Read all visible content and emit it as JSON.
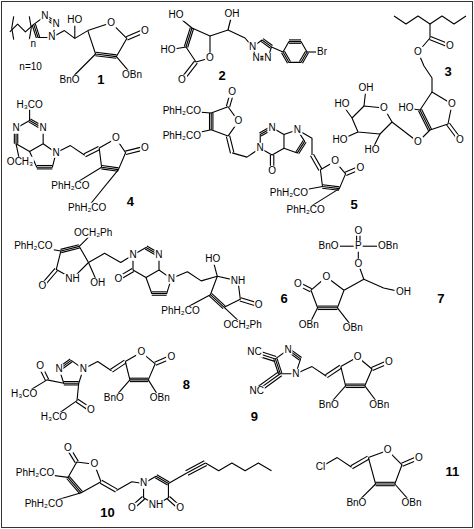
{
  "diagram": {
    "labels": [
      "n",
      "N",
      "N",
      "N",
      "HO",
      "O",
      "O",
      "BnO",
      "OBn",
      "n=10",
      "1",
      "HO",
      "HO",
      "O",
      "O",
      "OH",
      "N",
      "N",
      "N",
      "Br",
      "2",
      "O",
      "O",
      "3",
      "HO",
      "O",
      "O",
      "O",
      "O",
      "OH",
      "HO",
      "HO",
      "HO",
      "H₃CO",
      "N",
      "N",
      "OCH₃",
      "N",
      "O",
      "O",
      "PhH₂CO",
      "PhH₂CO",
      "4",
      "O",
      "O",
      "PhH₂CO",
      "PhH₂CO",
      "N",
      "N",
      "O",
      "N",
      "O",
      "O",
      "PhH₂CO",
      "PhH₂CO",
      "5",
      "OCH₂Ph",
      "PhH₂CO",
      "O",
      "NH",
      "OH",
      "N",
      "N",
      "O",
      "N",
      "HO",
      "NH",
      "O",
      "PhH₂CO",
      "OCH₂Ph",
      "6",
      "O",
      "BnO",
      "P",
      "OBn",
      "O",
      "O",
      "O",
      "OH",
      "OBn",
      "OBn",
      "7",
      "N",
      "N",
      "O",
      "H₃CO",
      "O",
      "H₃CO",
      "O",
      "O",
      "BnO",
      "OBn",
      "8",
      "N",
      "N",
      "NC",
      "NC",
      "O",
      "O",
      "BnO",
      "OBn",
      "9",
      "O",
      "O",
      "PhH₂CO",
      "PhH₂CO",
      "N",
      "O",
      "NH",
      "O",
      "10",
      "Cl",
      "O",
      "O",
      "BnO",
      "OBn",
      "11"
    ]
  }
}
